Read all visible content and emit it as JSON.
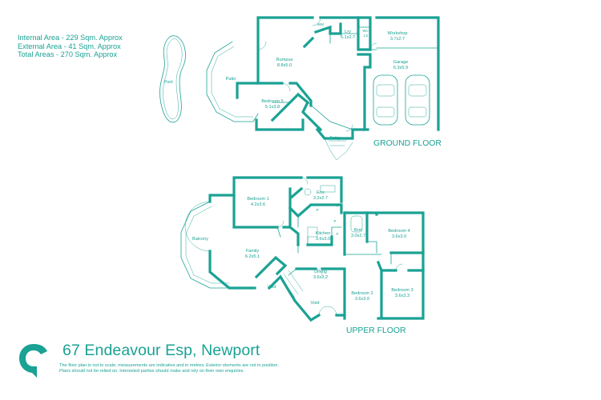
{
  "areas": {
    "internal": "Internal Area - 229 Sqm. Approx",
    "external": "External Area - 41 Sqm. Approx",
    "total": "Total Areas - 270 Sqm. Approx"
  },
  "address": "67 Endeavour Esp, Newport",
  "disclaimer": [
    "The floor plan is not to scale; measurements are indicative and in metres. Exterior elements are not in position.",
    "Plans should not be relied on. Interested parties should make and rely on their own enquiries."
  ],
  "floors": {
    "ground": "GROUND FLOOR",
    "upper": "UPPER FLOOR"
  },
  "rooms": {
    "pool": "Pool",
    "patio": "Patio",
    "rumpus": {
      "name": "Rumpus",
      "size": "8.8x5.0"
    },
    "bedroom5": {
      "name": "Bedroom 5",
      "size": "5.1x3.8"
    },
    "wm": "WM",
    "lry": {
      "name": "Lry",
      "size": "5.1x2.7"
    },
    "wc": {
      "name": "WC",
      "size": "1.6"
    },
    "workshop": {
      "name": "Workshop",
      "size": "3.7x2.7"
    },
    "garage": {
      "name": "Garage",
      "size": "6.3x5.9"
    },
    "entry": "Entry",
    "bedroom1": {
      "name": "Bedroom 1",
      "size": "4.2x3.6"
    },
    "ens": {
      "name": "Ens",
      "size": "3.2x2.7"
    },
    "balcony": "Balcony",
    "family": {
      "name": "Family",
      "size": "6.2x5.1"
    },
    "kitchen": {
      "name": "Kitchen",
      "size": "3.6x3.0"
    },
    "bm": {
      "name": "Brm",
      "size": "3.0x2.7"
    },
    "bedroom4": {
      "name": "Bedroom 4",
      "size": "3.6x3.0"
    },
    "dining": {
      "name": "Dining",
      "size": "3.6x3.2"
    },
    "void1": "Void",
    "void2": "Void",
    "bedroom2": {
      "name": "Bedroom 2",
      "size": "3.6x3.0"
    },
    "bedroom3": {
      "name": "Bedroom 3",
      "size": "3.6x3.3"
    },
    "p1": "P",
    "p2": "P",
    "f": "F"
  },
  "colors": {
    "accent": "#1aa294",
    "background": "#ffffff"
  },
  "icons": {
    "logo": "location-pin-logo-icon"
  }
}
